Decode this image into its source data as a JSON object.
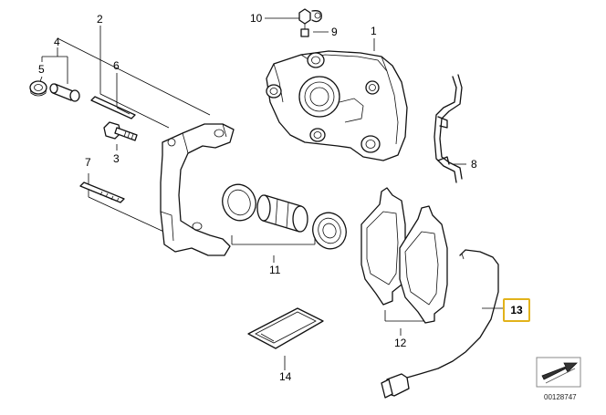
{
  "callouts": {
    "c1": "1",
    "c2": "2",
    "c3": "3",
    "c4": "4",
    "c5": "5",
    "c6": "6",
    "c7": "7",
    "c8": "8",
    "c9": "9",
    "c10": "10",
    "c11": "11",
    "c12": "12",
    "c13": "13",
    "c14": "14"
  },
  "highlight": {
    "part": "13",
    "color": "#e2b21a"
  },
  "reference_number": "00128747"
}
